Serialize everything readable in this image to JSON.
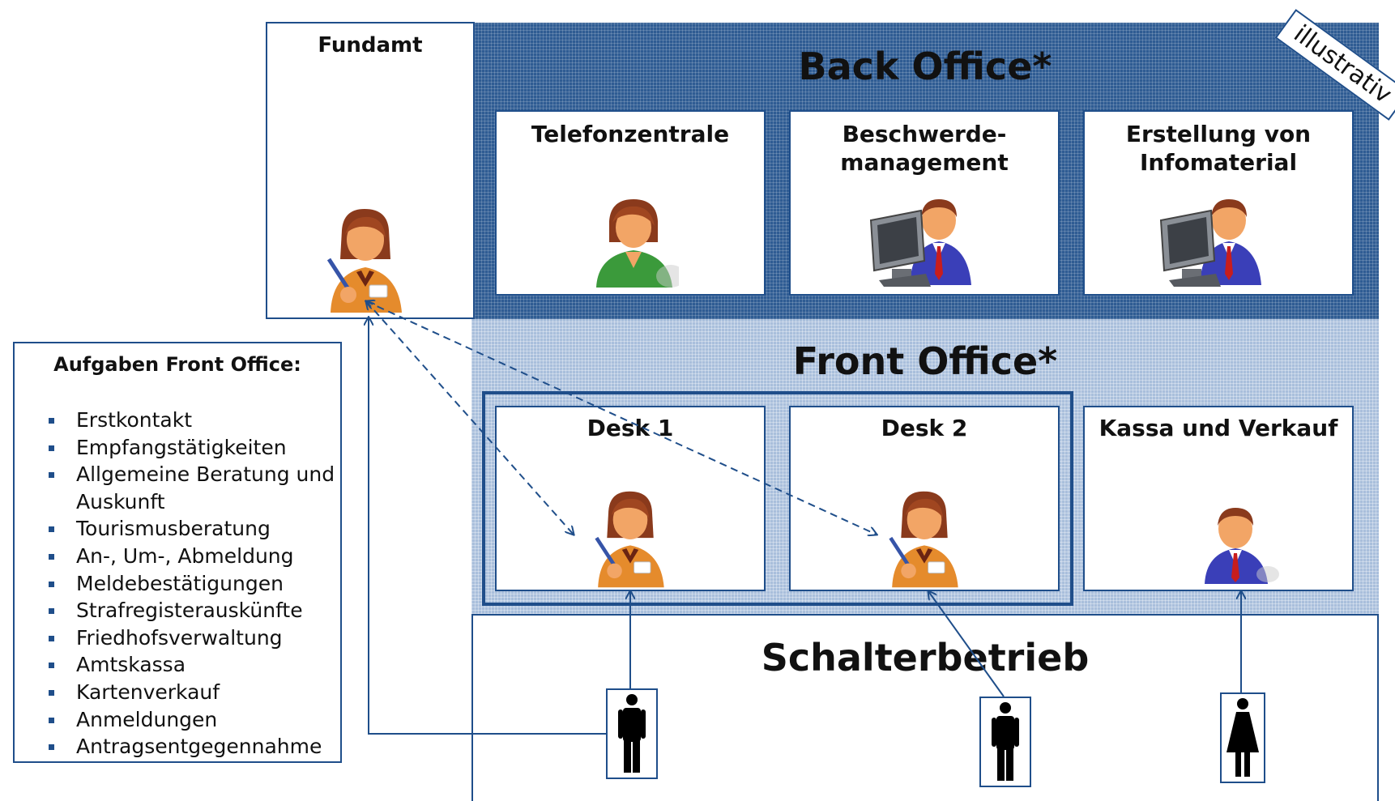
{
  "tag": "illustrativ",
  "zones": {
    "back_office": "Back Office*",
    "front_office": "Front Office*",
    "counter": "Schalterbetrieb"
  },
  "fundamt": "Fundamt",
  "back_panels": [
    {
      "line1": "Telefonzentrale",
      "line2": ""
    },
    {
      "line1": "Beschwerde-",
      "line2": "management"
    },
    {
      "line1": "Erstellung von",
      "line2": "Infomaterial"
    }
  ],
  "front_panels": [
    {
      "label": "Desk 1"
    },
    {
      "label": "Desk 2"
    },
    {
      "label": "Kassa und Verkauf"
    }
  ],
  "tasks": {
    "title": "Aufgaben Front Office:",
    "items": [
      "Erstkontakt",
      "Empfangstätigkeiten",
      "Allgemeine Beratung und",
      "Auskunft",
      "Tourismusberatung",
      "An-, Um-, Abmeldung",
      "Meldebestätigungen",
      "Strafregisterauskünfte",
      "Friedhofsverwaltung",
      "Amtskassa",
      "Kartenverkauf",
      "Anmeldungen",
      "Antragsentgegennahme"
    ]
  },
  "colors": {
    "back": "#2f5c93",
    "front": "#a9bfdc",
    "border": "#1f4e8a",
    "arrow": "#1f4e8a"
  },
  "icons": [
    "female-clerk-icon",
    "female-operator-icon",
    "male-computer-user-icon",
    "male-businessman-icon",
    "man-pictogram-icon",
    "woman-pictogram-icon"
  ]
}
